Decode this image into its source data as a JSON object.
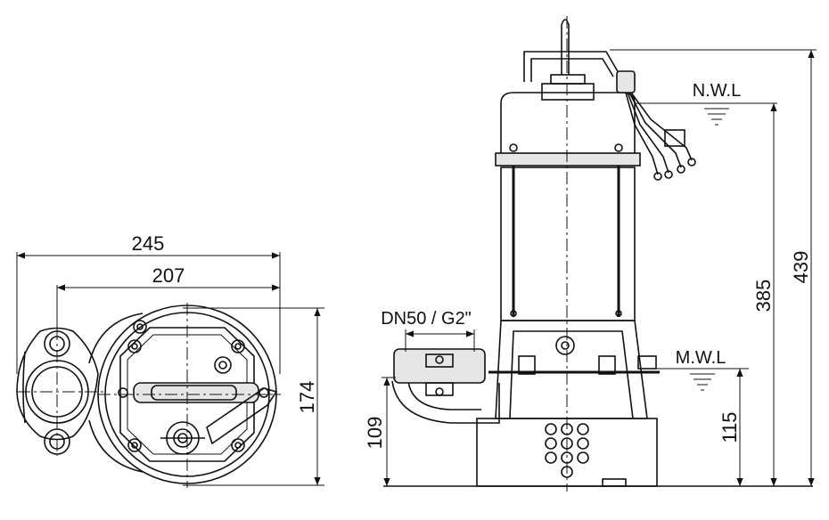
{
  "plan_view": {
    "width_overall": "245",
    "width_flange": "207",
    "height": "174"
  },
  "side_view": {
    "discharge": "DN50 / G2\"",
    "nwl_label": "N.W.L",
    "mwl_label": "M.W.L",
    "discharge_height": "109",
    "mwl_height": "115",
    "nwl_height": "385",
    "total_height": "439"
  }
}
